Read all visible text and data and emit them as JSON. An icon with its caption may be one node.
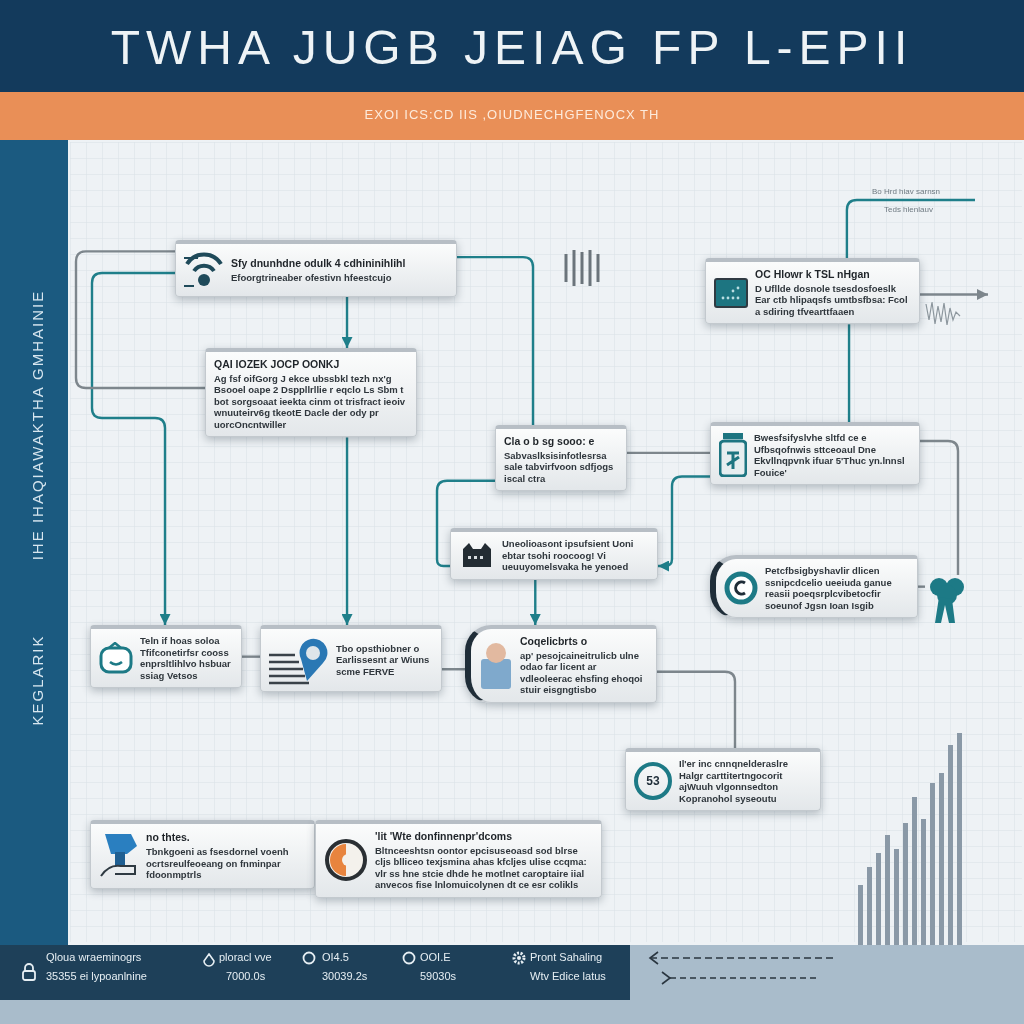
{
  "diagram": {
    "title": "TWHA JUGB JEIAG FP L-EPII",
    "nodes": [
      {
        "text": [
          "Sfy dnunhdne odulk 4 cdhininihlihl",
          "Efoorgtrineaber ofestivn hfeestcujo"
        ]
      },
      {
        "text": [
          "OC Hlowr k TSL nHgan",
          "D Ufllde dosnole tsesdosfoeslk Ear ctb hlipaqsfs umtbsfbsa: Fcol a sdiring tfvearttfaaen"
        ]
      },
      {
        "text": [
          "QAI IOZEK JOCP OONKJ",
          "Ag fsf oifGorg J ekce ubssbkl tezh nx'g Bsooel oape 2 Dsppllrllie r eqclo Ls Sbm t bot sorgsoaat ieekta cinm ot trisfract ieoiv wnuuteirv6g tkeotE Dacle der ody pr uorcOncntwiller"
        ]
      },
      {
        "text": [
          "Cla o b sg sooo: e",
          "Sabvaslksisinfotlesrsa sale tabvirfvoon sdfjogs iscal ctra"
        ]
      },
      {
        "text": [
          "Bwesfsifyslvhe sltfd ce e Ufbsqofnwis sttceoaul Dne Ekvllnqpvnk ifuar 5'Thuc yn.lnnsl Fouice'"
        ]
      },
      {
        "text": [
          "Uneolioasont ipsufsient Uoni ebtar tsohi roocoog! Vi ueuuyomelsvaka he yenoed"
        ]
      },
      {
        "text": [
          "Petcfbsigbyshavlir dlicen ssnipcdcelio ueeiuda ganue reasii poeqsrplcvibetocfir soeunof Jgsn Ioan Isgib"
        ]
      },
      {
        "text": [],
        "shape": "picture"
      },
      {
        "text": [
          "Teln if hoas soloa Tfifconetirfsr cooss enprsltlihlvo hsbuar ssiag Vetsos"
        ]
      },
      {
        "text": [
          "Tbo opsthiobner o Earlissesnt ar Wiuns scme FERVE"
        ]
      },
      {
        "text": [
          "Coqelicbrts o",
          "ap' pesojcaineitrulicb ulne odao far licent ar vdleoleerac ehsfing ehoqoi stuir eisgngtisbo"
        ]
      },
      {
        "text": [
          "53",
          "Il'er inc cnnqnelderaslre Halgr carttitertngocorit ajWuuh vlgonnsedton Kopranohol syseoutu"
        ]
      },
      {
        "text": [
          "no thtes.",
          "Tbnkgoeni as fsesdornel voenh ocrtsreulfeoeang on fnminpar fdoonmptrls"
        ]
      },
      {
        "text": [
          "'lit 'Wte donfinnenpr'dcoms",
          "Bltnceeshtsn oontor epcisuseoasd sod blrse cljs blliceo texjsmina ahas kfcljes ulise ccqma: vlr ss hne stcie dhde he motlnet caroptaire iial anvecos fise lnlomuicolynen dt ce esr colikls"
        ]
      }
    ],
    "edges": [
      {
        "from": 0,
        "to": 2,
        "arrow": "to"
      },
      {
        "from": 2,
        "to": 9,
        "arrow": "to"
      },
      {
        "from": 0,
        "to": 8,
        "arrow": "to"
      },
      {
        "from": 0,
        "to": 2,
        "arrow": "none",
        "color": "#7d868c"
      },
      {
        "from": 0,
        "to": 3,
        "arrow": "none"
      },
      {
        "from": 1,
        "to": 4,
        "arrow": "none"
      },
      {
        "from": 3,
        "to": 5,
        "arrow": "none"
      },
      {
        "from": 4,
        "to": 5,
        "arrow": "to"
      },
      {
        "from": 3,
        "to": 4,
        "arrow": "none",
        "color": "#7d868c"
      },
      {
        "from": 5,
        "to": 10,
        "arrow": "to"
      },
      {
        "from": 8,
        "to": 9,
        "arrow": "none",
        "color": "#7d868c"
      },
      {
        "from": 9,
        "to": 10,
        "arrow": "none",
        "color": "#7d868c"
      },
      {
        "from": 10,
        "to": 11,
        "arrow": "none",
        "color": "#7d868c"
      },
      {
        "from": 6,
        "to": 7,
        "arrow": "none",
        "color": "#7d868c"
      },
      {
        "from": 4,
        "to": 7,
        "arrow": "none",
        "color": "#7d868c"
      },
      {
        "from": 1,
        "to": null,
        "arrow": "none"
      },
      {
        "from": 1,
        "to": null,
        "arrow": "to",
        "color": "#7d868c"
      }
    ],
    "labels": [
      "EXOI ICS:CD IIS ,OIUDNECHGFENOCX TH",
      "Bo Hrd hiav sarnsn",
      "Teds hlenlauv",
      "IHE IHAQIAWAKTHA GMHAINIE",
      "KEGLARIK",
      "Qloua wraeminogrs",
      "35355 ei lypoanlnine",
      "ploracl vve",
      "7000.0s",
      "OI4.5",
      "30039.2s",
      "OOI.E",
      "59030s",
      "Pront Sahaling",
      "Wtv Edice latus"
    ]
  }
}
